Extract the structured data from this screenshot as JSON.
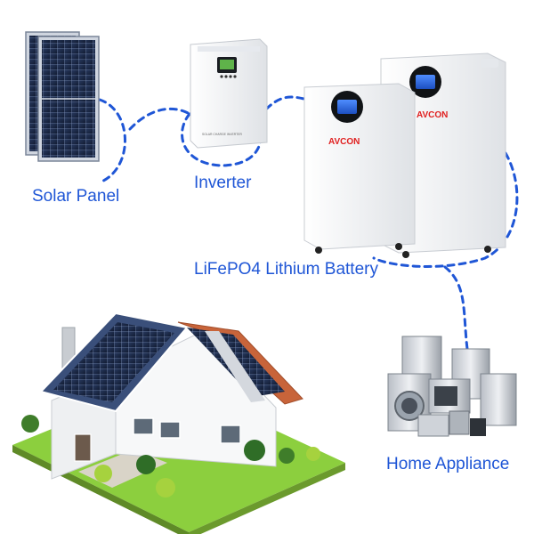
{
  "labels": {
    "solar_panel": "Solar Panel",
    "inverter": "Inverter",
    "battery": "LiFePO4 Lithium Battery",
    "home_appliance": "Home Appliance"
  },
  "inverter": {
    "plate_text": "SOLAR CHARGE INVERTER"
  },
  "battery": {
    "brand": "AVCON"
  },
  "colors": {
    "label_text": "#1f56d6",
    "connector": "#1f56d6",
    "brand_red": "#e02020",
    "cabinet": "#f4f5f6",
    "panel_cell": "#1b2a4a",
    "screen": "#2c6df0",
    "roof_tile": "#c8643a",
    "lawn": "#8ccf3e"
  },
  "icons": {
    "solar_panel": "solar-panel-icon",
    "inverter": "inverter-icon",
    "battery": "battery-cabinet-icon",
    "house": "house-icon",
    "appliance": "appliance-icon"
  }
}
